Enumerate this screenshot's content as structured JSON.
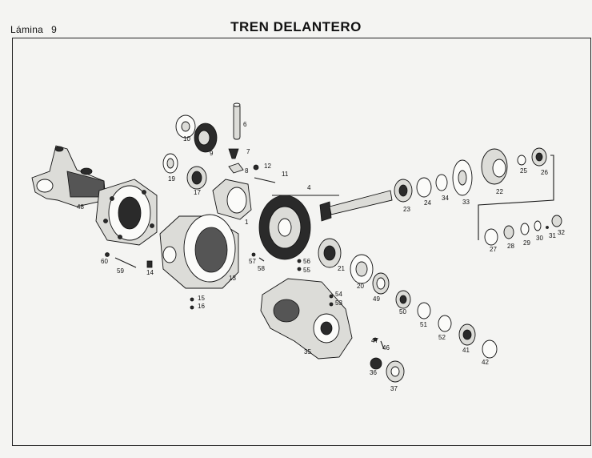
{
  "header": {
    "plate_label": "Lámina",
    "plate_number": "9",
    "title": "TREN DELANTERO"
  },
  "part_numbers": [
    "1",
    "4",
    "6",
    "7",
    "8",
    "9",
    "10",
    "11",
    "12",
    "13",
    "14",
    "15",
    "16",
    "17",
    "19",
    "20",
    "21",
    "22",
    "23",
    "24",
    "25",
    "26",
    "27",
    "28",
    "29",
    "30",
    "31",
    "32",
    "33",
    "34",
    "35",
    "36",
    "37",
    "41",
    "42",
    "46",
    "47",
    "48",
    "49",
    "50",
    "51",
    "52",
    "53",
    "54",
    "55",
    "56",
    "57",
    "58",
    "59",
    "60"
  ]
}
